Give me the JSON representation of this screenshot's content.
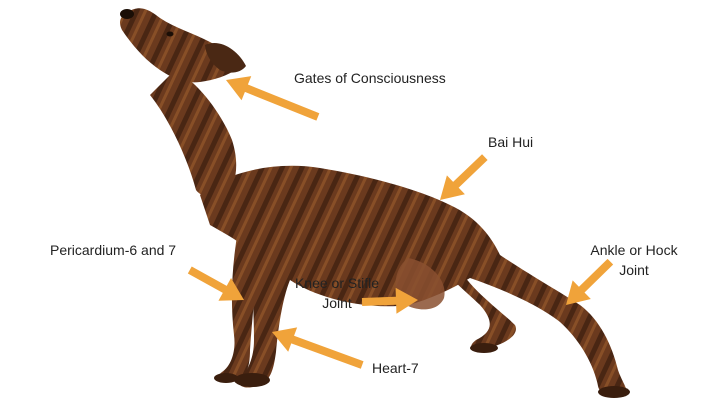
{
  "labels": {
    "gates": "Gates of Consciousness",
    "bai_hui": "Bai Hui",
    "pericardium": "Pericardium-6 and 7",
    "knee_line1": "Knee or Stifle",
    "knee_line2": "Joint",
    "ankle_line1": "Ankle or Hock",
    "ankle_line2": "Joint",
    "heart": "Heart-7"
  },
  "colors": {
    "arrow": "#F0A33A",
    "coat_base": "#6B3A1E",
    "coat_dark": "#3A1E0E",
    "coat_light": "#A0602E",
    "text": "#222222"
  },
  "icons": {
    "dog": "brindle-dog-stretching-image"
  }
}
